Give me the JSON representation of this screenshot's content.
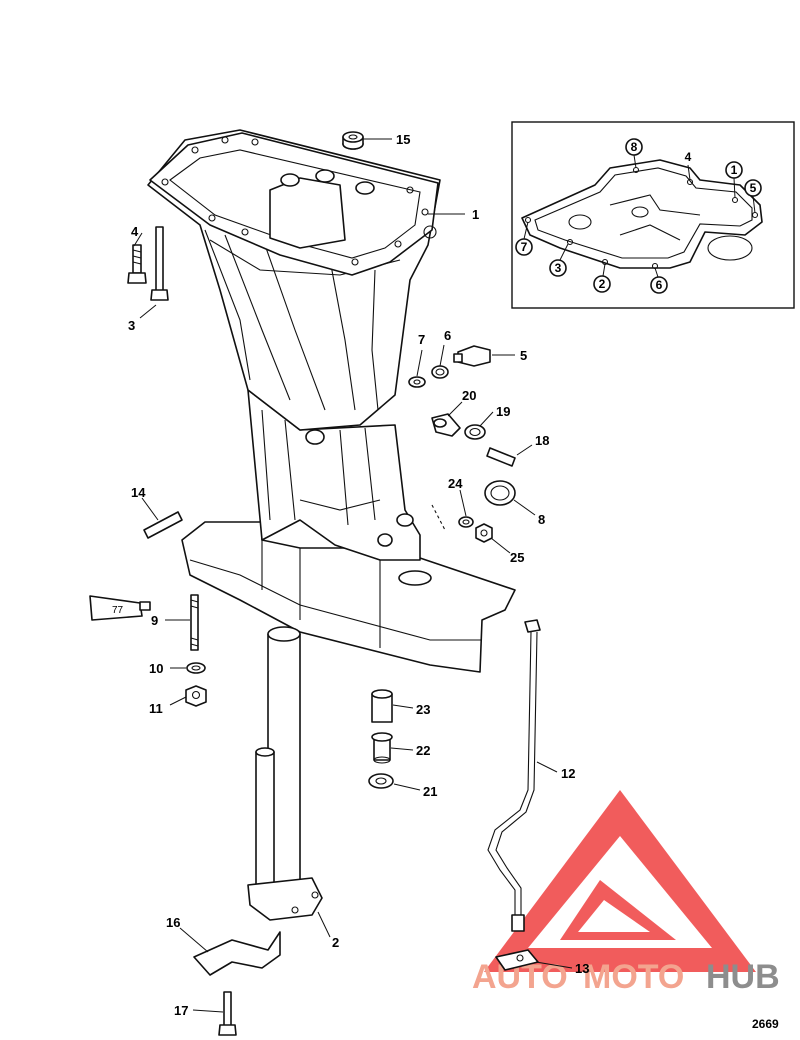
{
  "figure_number": "2669",
  "tube_label": "77",
  "watermark": {
    "brand": "AUTOMOTOHUB",
    "part1": "AUTO",
    "part2": "MOTO",
    "part3": "HUB",
    "colors": {
      "red": "#f3a48f",
      "grey": "#8d8d8d",
      "logo": "#ee4040"
    }
  },
  "callouts": [
    {
      "id": "c1",
      "label": "1"
    },
    {
      "id": "c2",
      "label": "2"
    },
    {
      "id": "c3",
      "label": "3"
    },
    {
      "id": "c4",
      "label": "4"
    },
    {
      "id": "c5",
      "label": "5"
    },
    {
      "id": "c6",
      "label": "6"
    },
    {
      "id": "c7",
      "label": "7"
    },
    {
      "id": "c8",
      "label": "8"
    },
    {
      "id": "c9",
      "label": "9"
    },
    {
      "id": "c10",
      "label": "10"
    },
    {
      "id": "c11",
      "label": "11"
    },
    {
      "id": "c12",
      "label": "12"
    },
    {
      "id": "c13",
      "label": "13"
    },
    {
      "id": "c14",
      "label": "14"
    },
    {
      "id": "c15",
      "label": "15"
    },
    {
      "id": "c16",
      "label": "16"
    },
    {
      "id": "c17",
      "label": "17"
    },
    {
      "id": "c18",
      "label": "18"
    },
    {
      "id": "c19",
      "label": "19"
    },
    {
      "id": "c20",
      "label": "20"
    },
    {
      "id": "c21",
      "label": "21"
    },
    {
      "id": "c22",
      "label": "22"
    },
    {
      "id": "c23",
      "label": "23"
    },
    {
      "id": "c24",
      "label": "24"
    },
    {
      "id": "c25",
      "label": "25"
    }
  ],
  "inset_callouts": [
    {
      "id": "i8",
      "label": "8"
    },
    {
      "id": "i4",
      "label": "4"
    },
    {
      "id": "i1",
      "label": "1"
    },
    {
      "id": "i5",
      "label": "5"
    },
    {
      "id": "i7",
      "label": "7"
    },
    {
      "id": "i3",
      "label": "3"
    },
    {
      "id": "i2",
      "label": "2"
    },
    {
      "id": "i6",
      "label": "6"
    }
  ]
}
